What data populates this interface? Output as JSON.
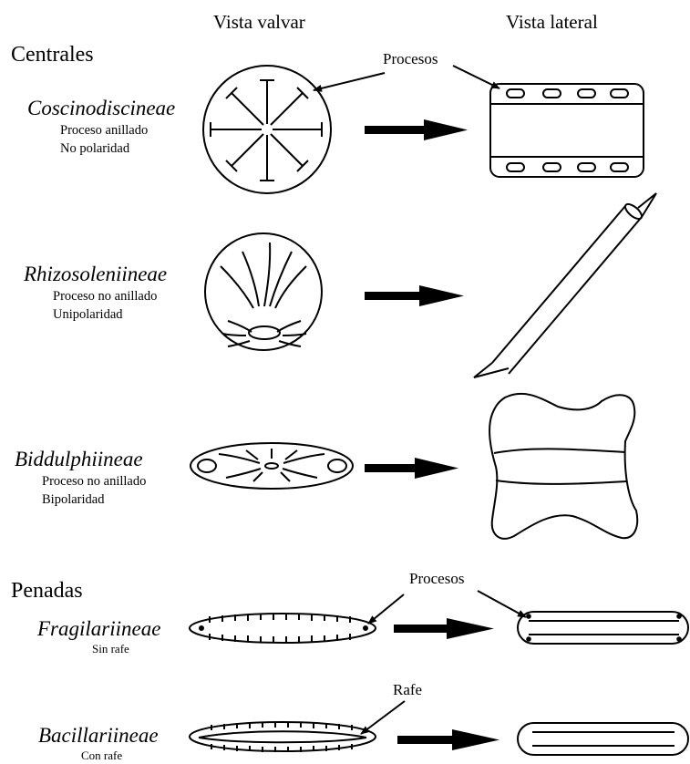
{
  "headers": {
    "valvar": "Vista valvar",
    "lateral": "Vista lateral"
  },
  "groups": {
    "centrales": "Centrales",
    "penadas": "Penadas"
  },
  "annotations": {
    "procesos_top": "Procesos",
    "procesos_penadas": "Procesos",
    "rafe": "Rafe"
  },
  "taxa": [
    {
      "name": "Coscinodiscineae",
      "lines": [
        "Proceso anillado",
        "No polaridad"
      ]
    },
    {
      "name": "Rhizosoleniineae",
      "lines": [
        "Proceso no anillado",
        "Unipolaridad"
      ]
    },
    {
      "name": "Biddulphiineae",
      "lines": [
        "Proceso no anillado",
        "Bipolaridad"
      ]
    },
    {
      "name": "Fragilariineae",
      "lines": [
        "Sin rafe"
      ]
    },
    {
      "name": "Bacillariineae",
      "lines": [
        "Con rafe"
      ]
    }
  ]
}
